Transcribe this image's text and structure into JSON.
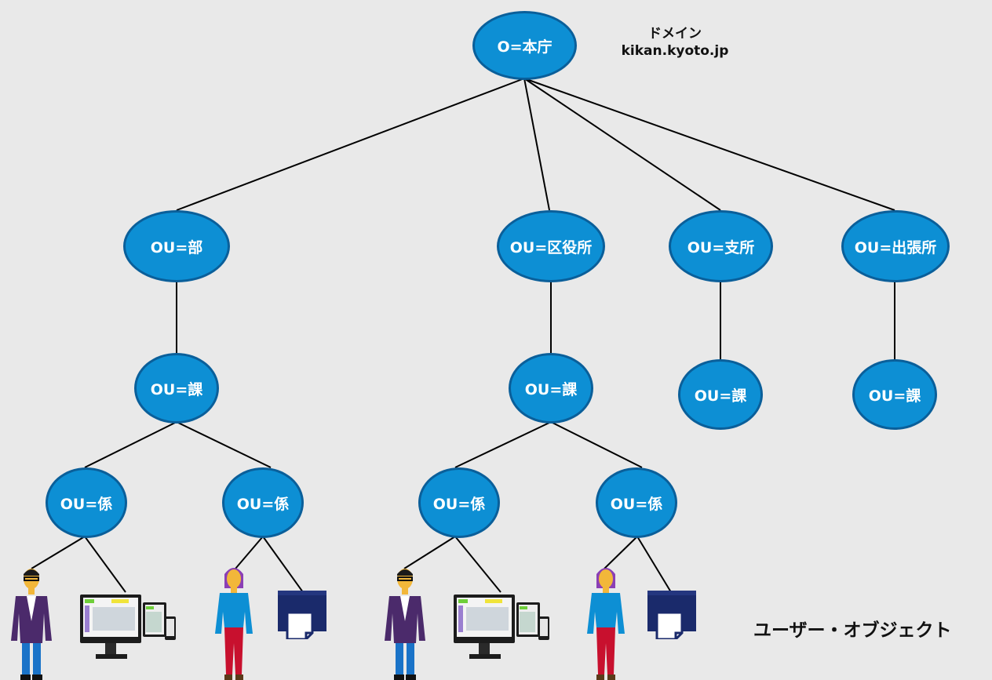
{
  "root": {
    "label": "O=本庁"
  },
  "domain_caption": {
    "title": "ドメイン",
    "name": "kikan.kyoto.jp"
  },
  "ou": {
    "bu": "OU=部",
    "kuyakusho": "OU=区役所",
    "shisho": "OU=支所",
    "shucchojo": "OU=出張所",
    "ka1": "OU=課",
    "ka2": "OU=課",
    "ka3": "OU=課",
    "ka4": "OU=課",
    "kakari1": "OU=係",
    "kakari2": "OU=係",
    "kakari3": "OU=係",
    "kakari4": "OU=係"
  },
  "objects_caption": "ユーザー・オブジェクト",
  "colors": {
    "node_fill": "#0d8fd4",
    "node_border": "#0a5f9a",
    "background": "#e9e9e9"
  },
  "icons": [
    "male-user-icon",
    "computer-devices-icon",
    "female-user-icon",
    "printer-icon"
  ]
}
